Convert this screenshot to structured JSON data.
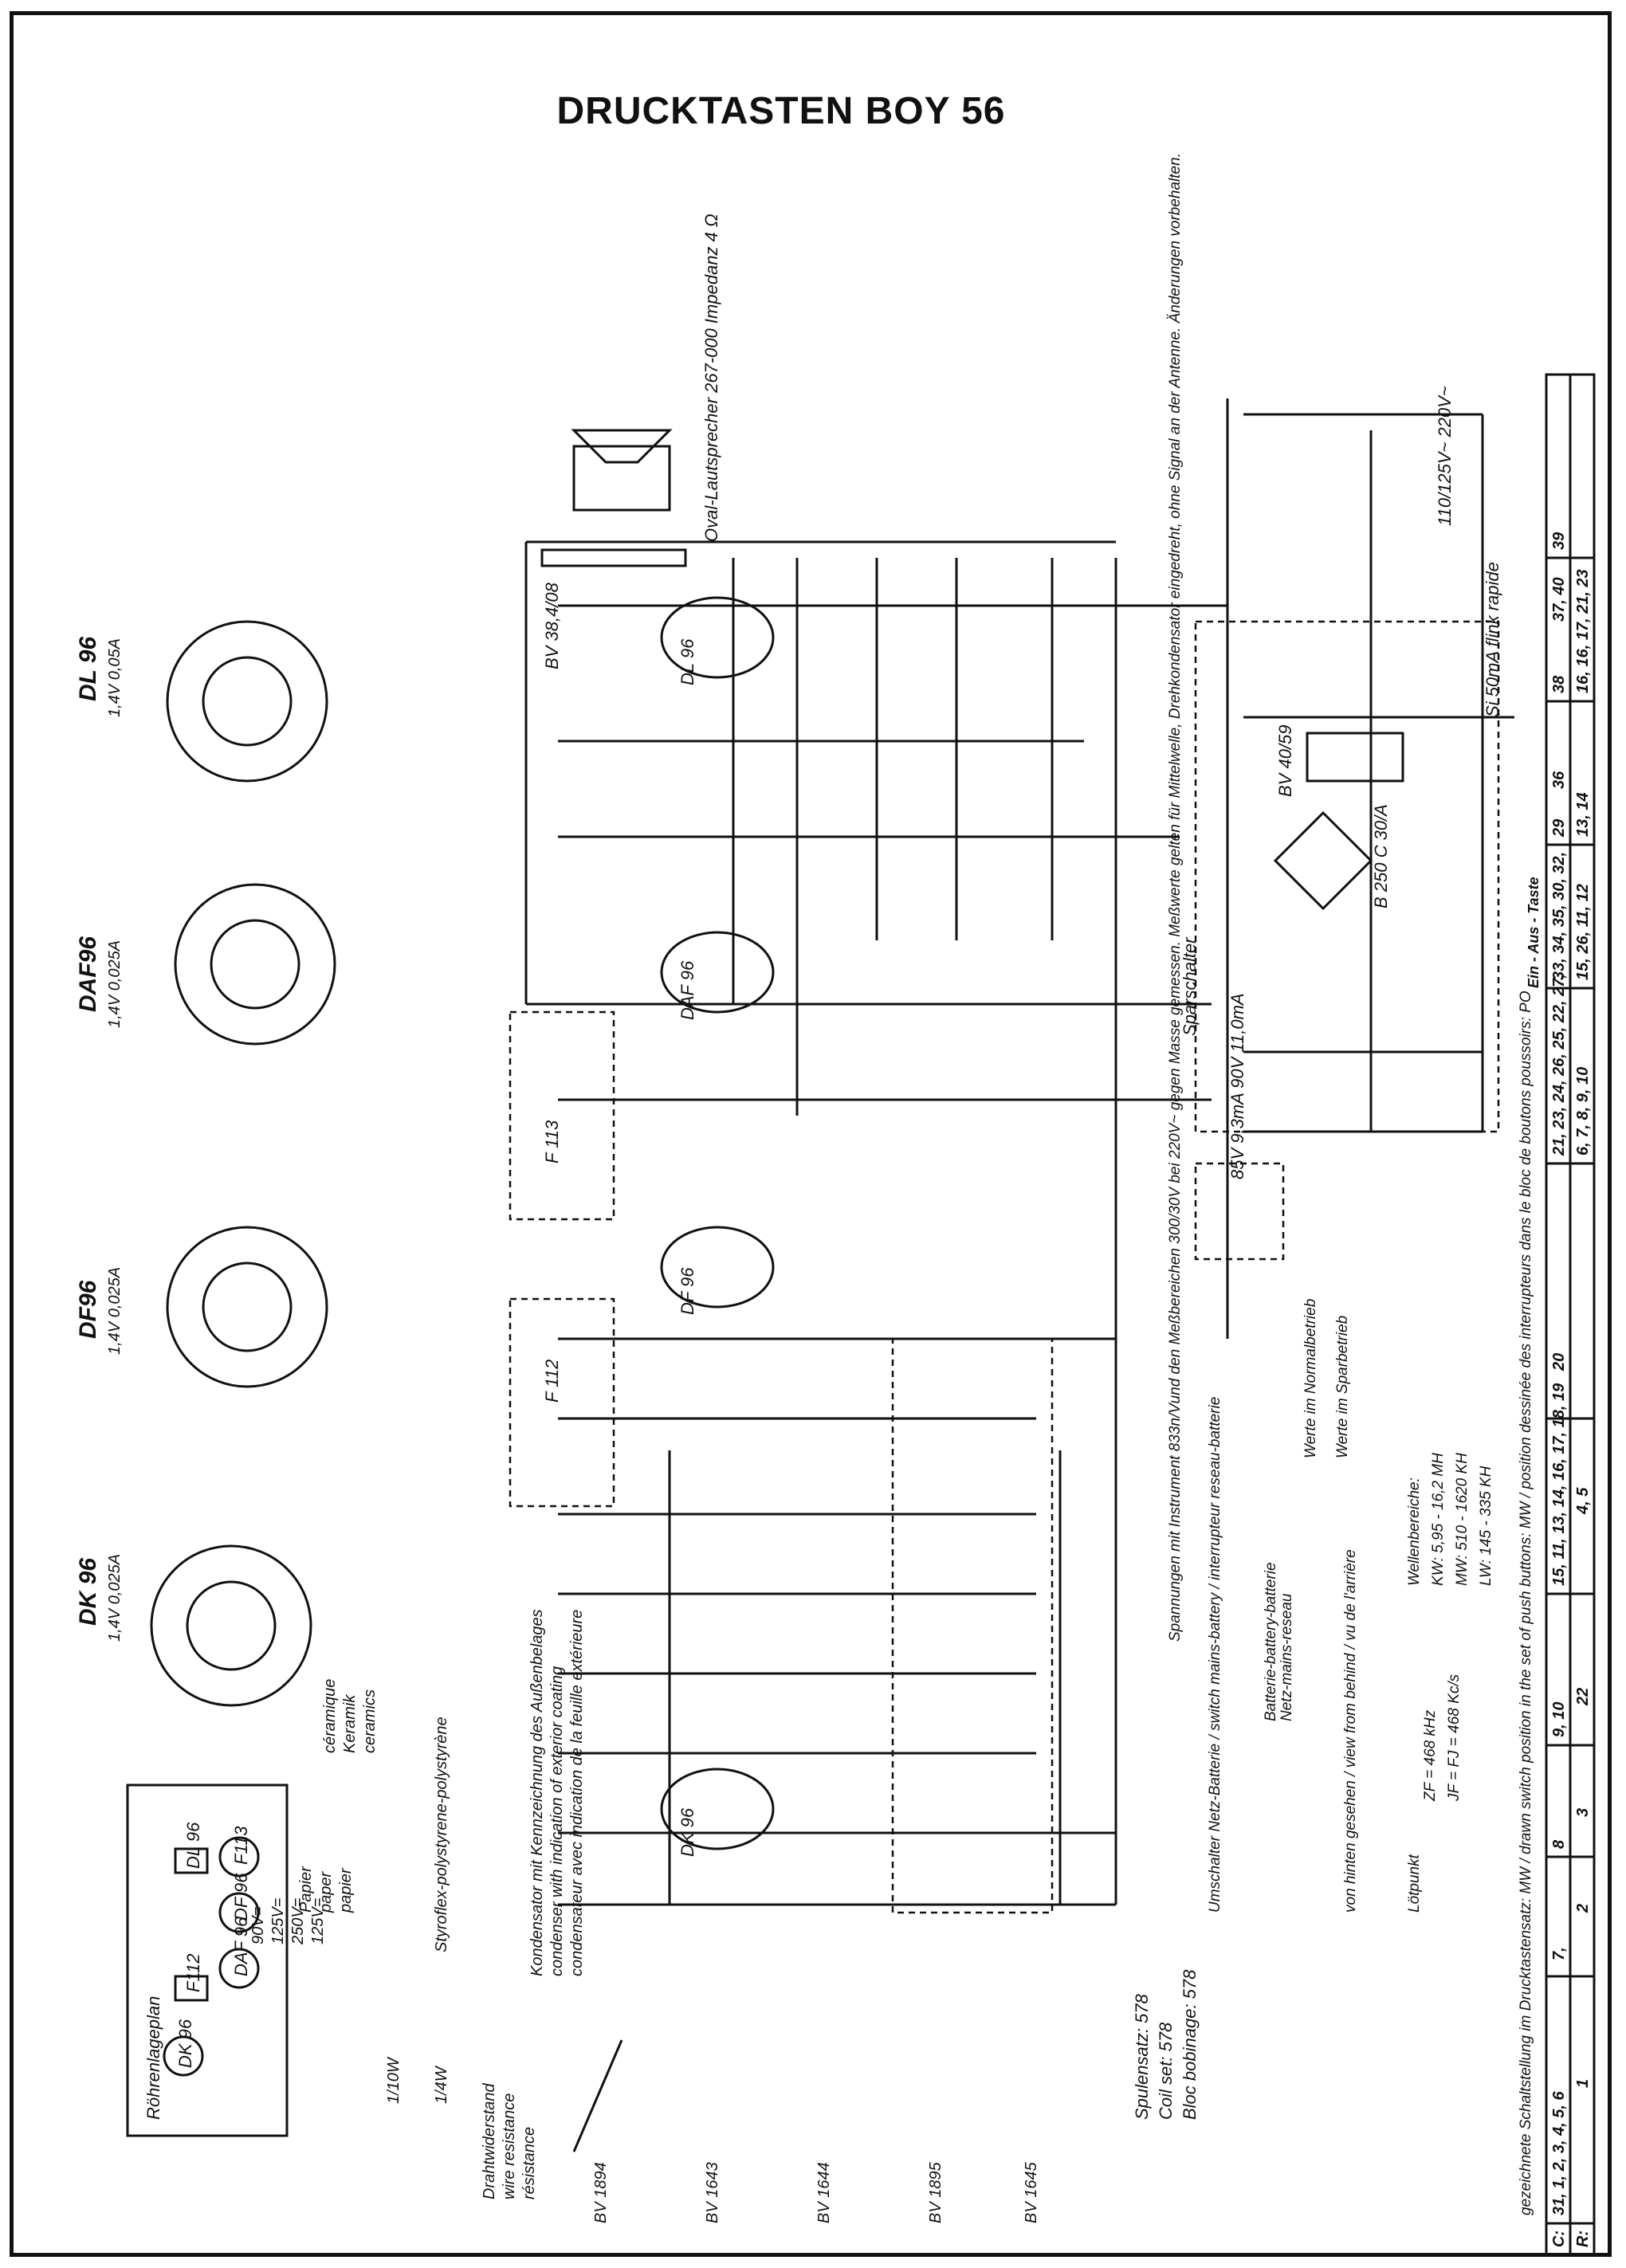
{
  "title": "DRUCKTASTEN BOY  56",
  "tubes": {
    "dk96": {
      "name": "DK 96",
      "spec": "1,4V 0,025A"
    },
    "df96": {
      "name": "DF96",
      "spec": "1,4V 0,025A"
    },
    "daf96": {
      "name": "DAF96",
      "spec": "1,4V 0,025A"
    },
    "dl96": {
      "name": "DL 96",
      "spec": "1,4V 0,05A"
    }
  },
  "tube_layout": {
    "title": "Röhrenlageplan",
    "labels": [
      "F113",
      "DF 96",
      "DAF 96",
      "F112",
      "DL 96",
      "DK 96"
    ]
  },
  "schematic_labels": {
    "tube_dk96": "DK 96",
    "tube_df96": "DF 96",
    "tube_daf96": "DAF 96",
    "tube_dl96": "DL 96",
    "f112": "F 112",
    "f113": "F 113",
    "speaker": "Oval-Lautsprecher 267-000 Impedanz 4 Ω",
    "output_transformer": "BV 38,4/08",
    "mains_transformer": "BV 40/59",
    "rectifier": "B 250 C 30/A",
    "battery_supply": "Sparschalter",
    "coil_set": "Spulensatz: 578",
    "coil_set_en": "Coil set: 578",
    "coil_set_fr": "Bloc bobinage: 578",
    "mains_voltage": "110/125V~ 220V~",
    "fuse": "Si 50mA flink rapide",
    "voltages_label": "85V 9,3mA 90V 11,0mA"
  },
  "coils": [
    "BV 1894",
    "BV 1643",
    "BV 1644",
    "BV 1895",
    "BV 1645"
  ],
  "legend": {
    "resistors": [
      "1/10W",
      "1/4W"
    ],
    "wire_resistor": [
      "Drahtwiderstand",
      "wire resistance",
      "résistance"
    ],
    "ceramic": [
      "céramique",
      "Keramik",
      "ceramics"
    ],
    "paper": [
      "Papier",
      "paper",
      "papier"
    ],
    "styroflex": [
      "Styroflex-polystyrene-polystyrène"
    ],
    "capacitor_note": [
      "Kondensator mit Kennzeichnung des Außenbelages",
      "condenser with indication of exterior coating",
      "condensateur avec indication de la feuille extérieure"
    ],
    "cap_voltages": [
      "90V=",
      "125V=",
      "250V=",
      "125V="
    ]
  },
  "notes": {
    "measurement": "Spannungen mit Instrument 833n/Vund den Meßbereichen 300/30V bei 220V~ gegen Masse gemessen. Meßwerte gelten für Mittelwelle, Drehkondensator eingedreht, ohne Signal an der Antenne. Änderungen vorbehalten.",
    "values_normal": "Werte im Normalbetrieb",
    "values_spar": "Werte im Sparbetrieb",
    "switch": "Umschalter Netz-Batterie / switch mains-battery / interrupteur reseau-batterie",
    "battery": "Batterie-battery-batterie",
    "mains": "Netz-mains-reseau",
    "view": "von hinten gesehen / view from behind / vu de l'arrière",
    "solder": "Lötpunkt",
    "wavebands_title": "Wellenbereiche:",
    "kw": "KW: 5,95 - 16,2 MH",
    "mw": "MW: 510 - 1620 KH",
    "lw": "LW: 145 - 335 KH",
    "if1": "ZF = 468 kHz",
    "if2": "JF = FJ = 468 Kc/s",
    "switch_position": "gezeichnete Schaltstellung im Drucktastensatz: MW / drawn switch position in the set of push buttons: MW / position dessinée des interrupteurs dans le bloc de boutons poussoirs: PO"
  },
  "bottom_table": {
    "c_row": [
      "C:",
      "31, 1, 2, 3, 4, 5, 6",
      "7,",
      "8",
      "9, 10",
      "15, 11, 13, 14, 16, 17, 18, 19",
      "20",
      "21, 23, 24, 26, 25, 22, 27,",
      "33, 34, 35, 30, 32,",
      "29",
      "36",
      "38",
      "37, 40",
      "39"
    ],
    "r_row": [
      "R:",
      "1",
      "2",
      "3",
      "22",
      "4, 5",
      "6, 7, 8, 9, 10",
      "15, 26, 11, 12",
      "13, 14",
      "16, 16, 17, 21, 23"
    ],
    "ein_aus": "Ein - Aus - Taste"
  }
}
